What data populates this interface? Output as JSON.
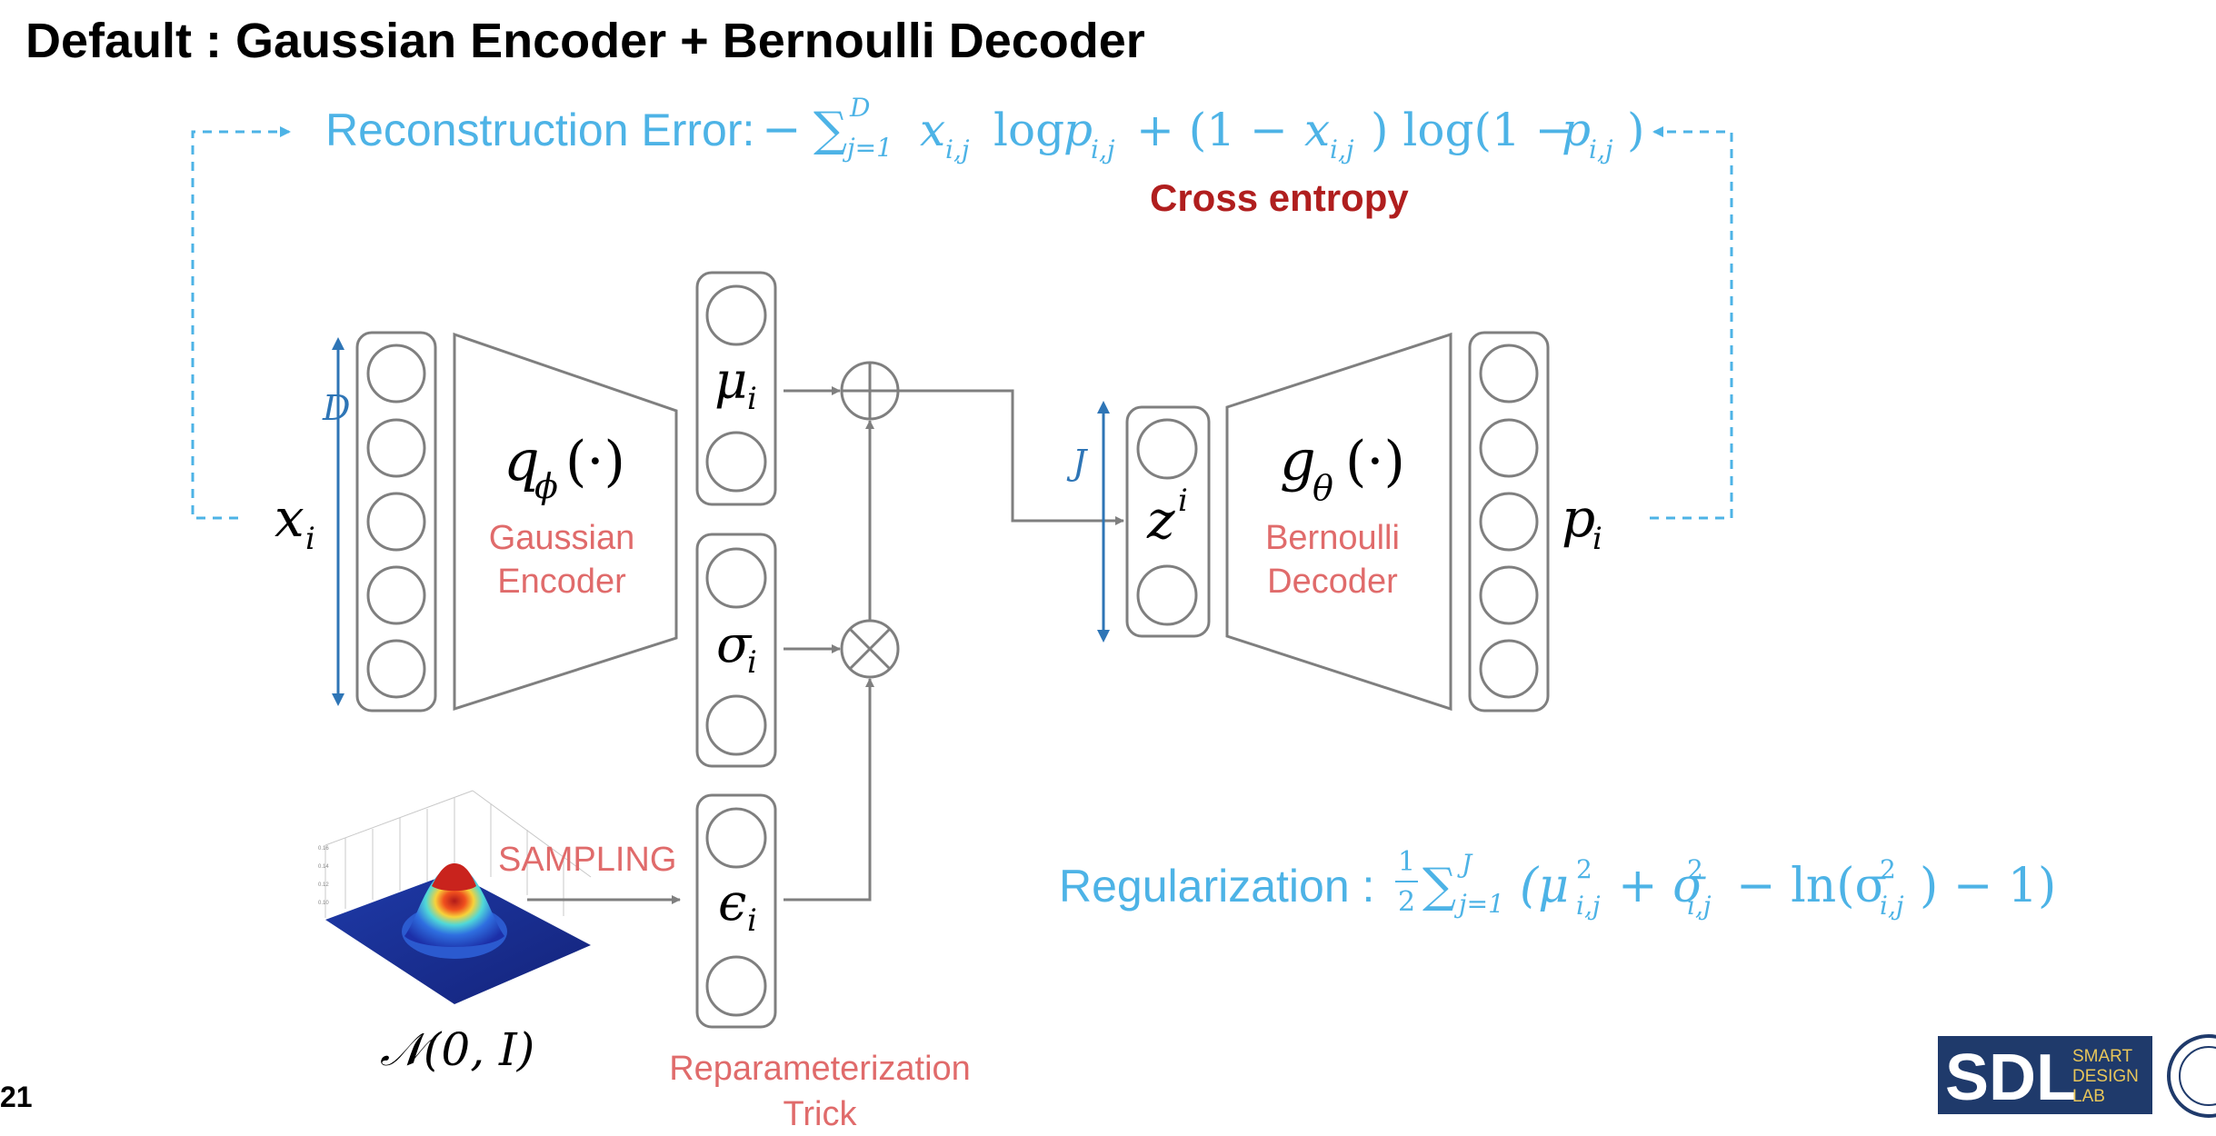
{
  "title": "Default : Gaussian Encoder + Bernoulli Decoder",
  "reconstruction": {
    "label": "Reconstruction Error:",
    "formula": {
      "minus": "−",
      "sum": "∑",
      "sub": "j=1",
      "sup": "D",
      "body": "x_{i,j} log p_{i,j} + (1 − x_{i,j}) log(1 − p_{i,j})",
      "t1": "x",
      "t1sub": "i,j",
      "t2": "log",
      "t3": "p",
      "t3sub": "i,j",
      "t4": "+ (1 −",
      "t5": "x",
      "t5sub": "i,j",
      "t6": ") log(1 −",
      "t7": "p",
      "t7sub": "i,j",
      "t8": ")"
    },
    "note": "Cross entropy"
  },
  "input": {
    "symbol": "x",
    "sub": "i",
    "dim": "D"
  },
  "encoder": {
    "symbol": "q",
    "sub": "ϕ",
    "arg": "(·)",
    "name1": "Gaussian",
    "name2": "Encoder"
  },
  "mu": {
    "symbol": "μ",
    "sub": "i"
  },
  "sigma": {
    "symbol": "σ",
    "sub": "i"
  },
  "epsilon": {
    "symbol": "ϵ",
    "sub": "i"
  },
  "latent": {
    "symbol": "z",
    "sup": "i",
    "dim": "J"
  },
  "decoder": {
    "symbol": "g",
    "sub": "θ",
    "arg": "(·)",
    "name1": "Bernoulli",
    "name2": "Decoder"
  },
  "output": {
    "symbol": "p",
    "sub": "i"
  },
  "sampling": "SAMPLING",
  "prior": "𝒩(0, I)",
  "reparam": {
    "line1": "Reparameterization",
    "line2": "Trick"
  },
  "regularization": {
    "label": "Regularization :",
    "frac_num": "1",
    "frac_den": "2",
    "sum": "∑",
    "sub": "j=1",
    "sup": "J",
    "a": "(μ",
    "a_sup": "2",
    "a_sub": "i,j",
    "b": "+ σ",
    "b_sup": "2",
    "b_sub": "i,j",
    "c": "− ln(σ",
    "c_sup": "2",
    "c_sub": "i,j",
    "d": ") − 1)"
  },
  "page_number": "21",
  "logo": {
    "mark": "SDL",
    "line1": "SMART",
    "line2": "DESIGN",
    "line3": "LAB"
  },
  "colors": {
    "blue_text": "#4DB3E6",
    "pink_text": "#E06B6B",
    "red_note": "#B01E1E",
    "arrow_blue": "#2E75B6",
    "gray": "#7F7F7F",
    "logo_navy": "#1F3A6B"
  }
}
